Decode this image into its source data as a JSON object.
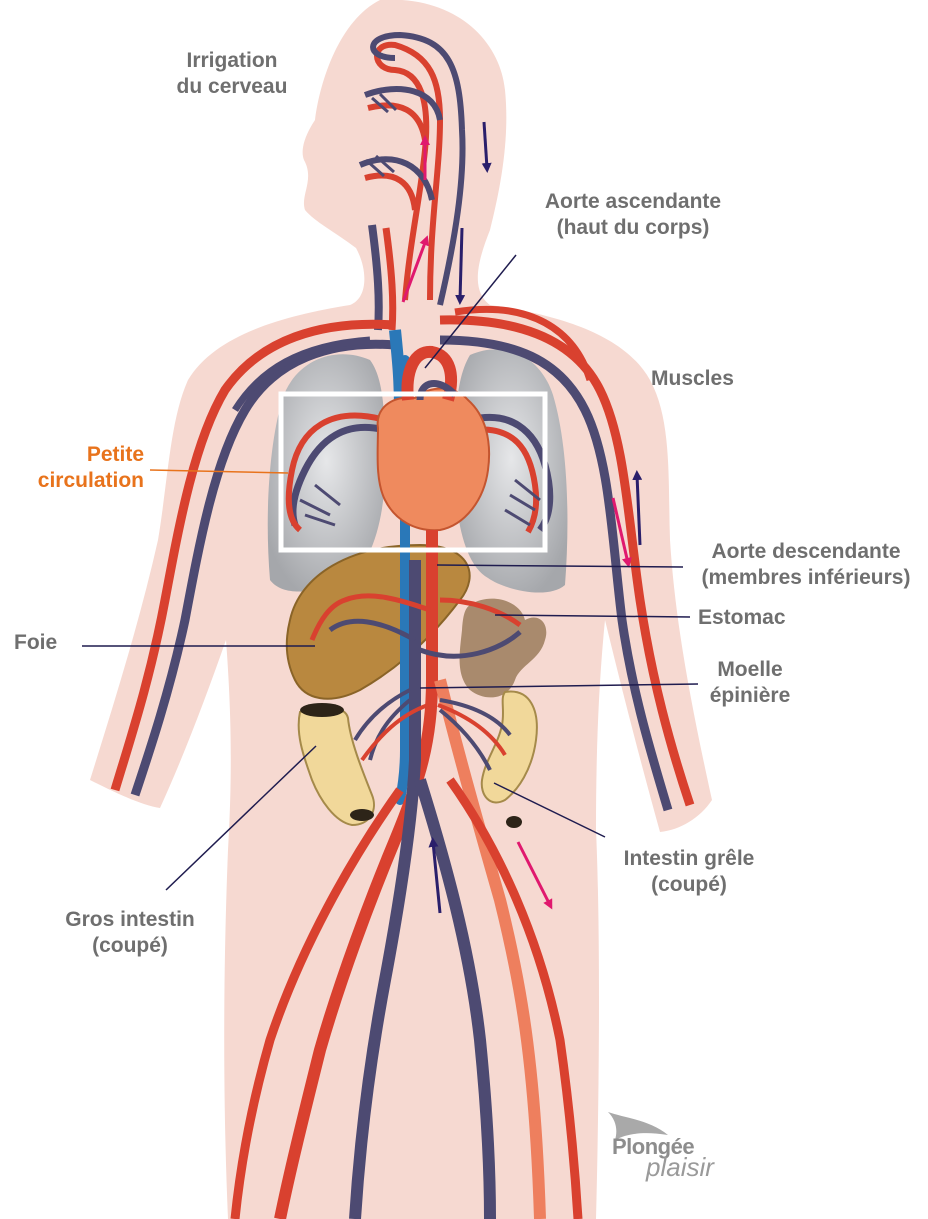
{
  "labels": {
    "brain": [
      "Irrigation",
      "du cerveau"
    ],
    "ascending_aorta": [
      "Aorte ascendante",
      "(haut du corps)"
    ],
    "muscles": "Muscles",
    "pulmonary": [
      "Petite",
      "circulation"
    ],
    "descending_aorta": [
      "Aorte descendante",
      "(membres inférieurs)"
    ],
    "stomach": "Estomac",
    "liver": "Foie",
    "spinal_cord": [
      "Moelle",
      "épinière"
    ],
    "small_intestine": [
      "Intestin grêle",
      "(coupé)"
    ],
    "large_intestine": [
      "Gros intestin",
      "(coupé)"
    ]
  },
  "logo": {
    "line1": "Plongée",
    "line2": "plaisir"
  },
  "colors": {
    "skin": "#f6d9d1",
    "artery": "#d9412f",
    "vein": "#4d4a72",
    "aorta_light": "#ee7f5e",
    "spine": "#2a78b8",
    "lungs": "#b5b7bb",
    "liver": "#b9883f",
    "stomach": "#a98a6d",
    "intestine": "#f1d89a",
    "label": "#6f6f6f",
    "label_accent": "#e8731c",
    "arrow_up": "#e0196e",
    "arrow_down": "#2a1f6b"
  }
}
